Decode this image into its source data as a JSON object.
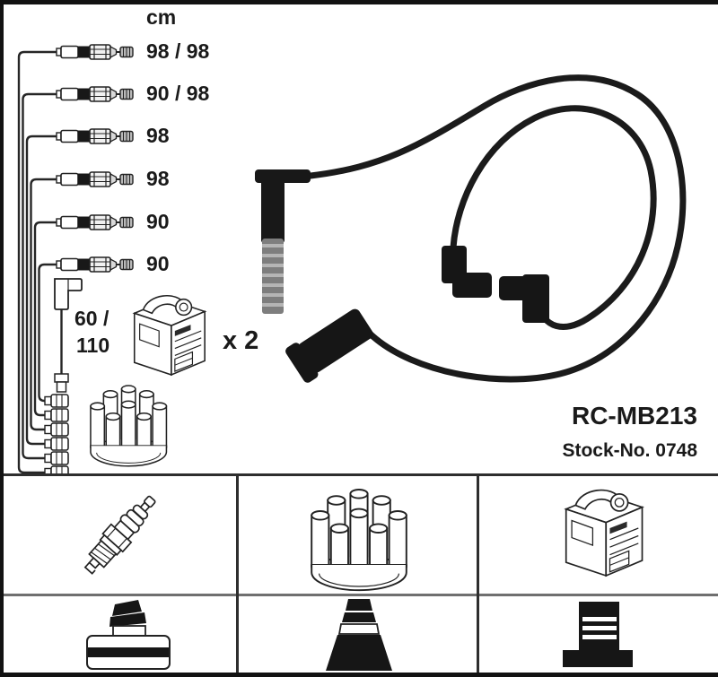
{
  "header": {
    "unit_label": "cm"
  },
  "cables": {
    "rows": [
      {
        "length_label": "98 / 98"
      },
      {
        "length_label": "90 / 98"
      },
      {
        "length_label": "98"
      },
      {
        "length_label": "98"
      },
      {
        "length_label": "90"
      },
      {
        "length_label": "90"
      }
    ],
    "coil_wire": {
      "length_line1": "60 /",
      "length_line2": "110"
    },
    "coil_quantity_label": "x 2"
  },
  "product": {
    "model_code": "RC-MB213",
    "stock_number_label": "Stock-No. 0748"
  },
  "legend": {
    "row1_icons": [
      "spark-plug",
      "distributor-cap",
      "ignition-coil"
    ],
    "row2_icons": [
      "terminal-connector",
      "spark-plug-boot",
      "coil-terminal-connector"
    ]
  },
  "colors": {
    "ink": "#1a1a1a",
    "line_art": "#222222",
    "grid_line": "#2e2e2e",
    "row_divider": "#6f6f6f",
    "photo_cable": "#1b1b1b",
    "metal_sleeve": "#8a8a8a",
    "background": "#ffffff"
  }
}
